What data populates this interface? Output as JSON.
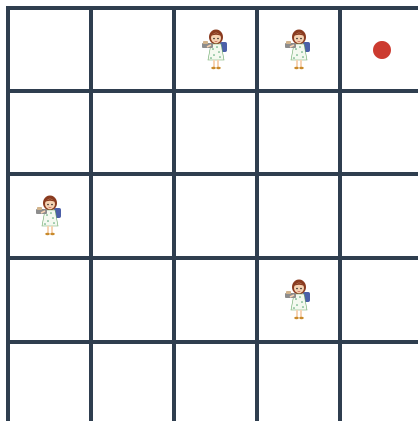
{
  "grid": {
    "rows": 5,
    "cols": 5,
    "line_color": "#2f3e4f",
    "background": "#ffffff"
  },
  "pieces": [
    {
      "type": "girl-figure",
      "row": 0,
      "col": 2
    },
    {
      "type": "girl-figure",
      "row": 0,
      "col": 3
    },
    {
      "type": "red-dot",
      "row": 0,
      "col": 4,
      "color": "#cc3a2f"
    },
    {
      "type": "girl-figure",
      "row": 2,
      "col": 0
    },
    {
      "type": "girl-figure",
      "row": 3,
      "col": 3
    }
  ]
}
